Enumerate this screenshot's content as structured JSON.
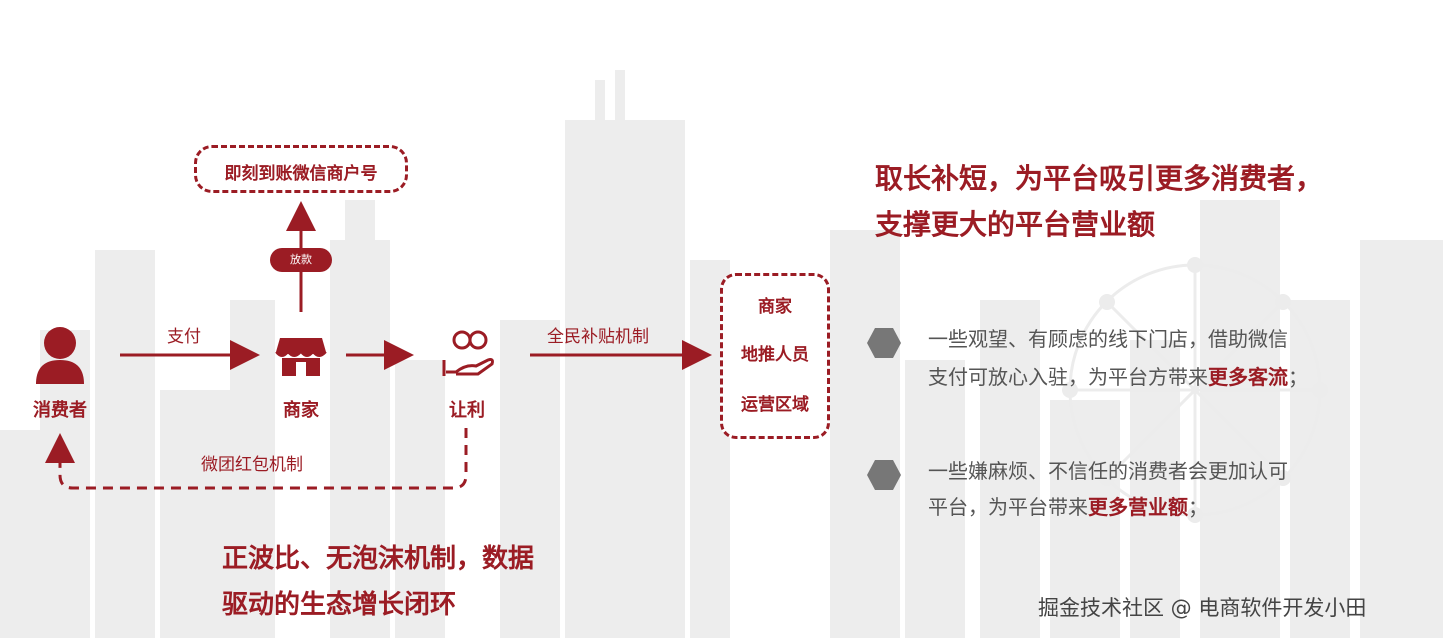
{
  "colors": {
    "accent": "#9b1c24",
    "text_gray": "#555555",
    "bullet_gray": "#777777"
  },
  "diagram": {
    "nodes": {
      "consumer": {
        "label": "消费者",
        "icon": "person-icon"
      },
      "merchant": {
        "label": "商家",
        "icon": "store-icon"
      },
      "concession": {
        "label": "让利",
        "icon": "hand-coins-icon"
      }
    },
    "top_box": "即刻到账微信商户号",
    "payout_pill": "放款",
    "edges": {
      "pay": "支付",
      "subsidy": "全民补贴机制",
      "red_packet": "微团红包机制"
    },
    "right_box": [
      "商家",
      "地推人员",
      "运营区域"
    ]
  },
  "headline": {
    "line1": "取长补短，为平台吸引更多消费者，",
    "line2": "支撑更大的平台营业额"
  },
  "points": [
    {
      "line1": "一些观望、有顾虑的线下门店，借助微信",
      "line2_pre": "支付可放心入驻，为平台方带来",
      "line2_hl": "更多客流",
      "line2_post": "；"
    },
    {
      "line1": "一些嫌麻烦、不信任的消费者会更加认可",
      "line2_pre": "平台，为平台带来",
      "line2_hl": "更多营业额",
      "line2_post": "；"
    }
  ],
  "bottom_title": {
    "line1": "正波比、无泡沫机制，数据",
    "line2": "驱动的生态增长闭环"
  },
  "watermark": "掘金技术社区 @ 电商软件开发小田"
}
